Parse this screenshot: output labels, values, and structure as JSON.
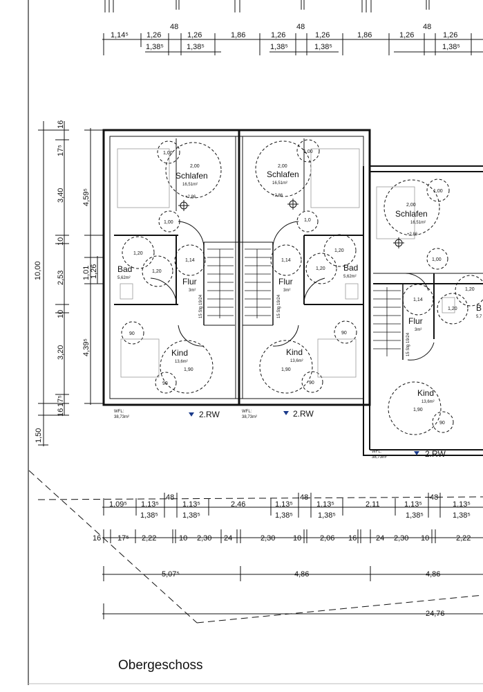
{
  "title": "Obergeschoss",
  "dim_top_row": [
    "1,14⁵",
    "1,26",
    "1,26",
    "1,86",
    "1,26",
    "1,26",
    "1,86",
    "1,26",
    "1,26"
  ],
  "dim_top_sub": [
    "1,38⁵",
    "1,38⁵",
    "1,38⁵",
    "1,38⁵",
    "1,38⁵"
  ],
  "dim_top_48": [
    "48",
    "48",
    "48"
  ],
  "dim_left_outer": [
    "16",
    "17⁵",
    "3,40",
    "10",
    "2,53",
    "10",
    "3,20",
    "17⁵",
    "16",
    "1,50"
  ],
  "dim_left_total": "10,00",
  "dim_left_inner": [
    "4,59⁵",
    "1,01",
    "1,26",
    "4,39⁵"
  ],
  "dim_bottom_row1": [
    "1,09⁵",
    "1,13⁵",
    "1,13⁵",
    "2,46",
    "1,13⁵",
    "1,13⁵",
    "2,11",
    "1,13⁵",
    "1,13⁵"
  ],
  "dim_bottom_row1_sub": [
    "1,38⁵",
    "1,38⁵",
    "1,38⁵",
    "1,38⁵",
    "1,38⁵",
    "1,38⁵"
  ],
  "dim_bottom_48": [
    "48",
    "48",
    "48"
  ],
  "dim_bottom_row2": [
    "16",
    "17⁵",
    "2,22",
    "10",
    "2,30",
    "24",
    "2,30",
    "10",
    "2,06",
    "16",
    "24",
    "2,30",
    "10",
    "2,22"
  ],
  "dim_bottom_row3": [
    "5,07⁵",
    "4,86",
    "4,86"
  ],
  "dim_bottom_total": "24,76",
  "units": [
    {
      "schlafen": "Schlafen",
      "schlafen_area": "16,51m²",
      "schlafen_circle": "2,00",
      "height": "+2,86",
      "flur": "Flur",
      "flur_area": "3m²",
      "kind": "Kind",
      "kind_area": "13,6m²",
      "kind_circle": "1,90",
      "bad": "Bad",
      "bad_area": "5,62m²",
      "stair": "15 Stg 19/24",
      "wfl": "WFL:",
      "wfl_area": "38,73m²",
      "rw": "2.RW"
    },
    {
      "schlafen": "Schlafen",
      "schlafen_area": "16,51m²",
      "schlafen_circle": "2,00",
      "height": "+2,86",
      "flur": "Flur",
      "flur_area": "3m²",
      "kind": "Kind",
      "kind_area": "13,6m²",
      "kind_circle": "1,90",
      "bad": "Bad",
      "bad_area": "5,62m²",
      "stair": "15 Stg 19/24",
      "wfl": "WFL:",
      "wfl_area": "38,73m²",
      "rw": "2.RW"
    },
    {
      "schlafen": "Schlafen",
      "schlafen_area": "16,51m²",
      "schlafen_circle": "2,00",
      "height": "+2,86",
      "flur": "Flur",
      "flur_area": "3m²",
      "kind": "Kind",
      "kind_area": "13,6m²",
      "kind_circle": "1,90",
      "bad": "B",
      "bad_area": "5,7",
      "stair": "15 Stg 19/24",
      "wfl": "WFL:",
      "wfl_area": "38,73m²",
      "rw": "2.RW"
    }
  ],
  "circle_labels": {
    "c100": "1,00",
    "c120": "1,20",
    "c114": "1,14",
    "c90": "90",
    "c10": "1,0"
  }
}
